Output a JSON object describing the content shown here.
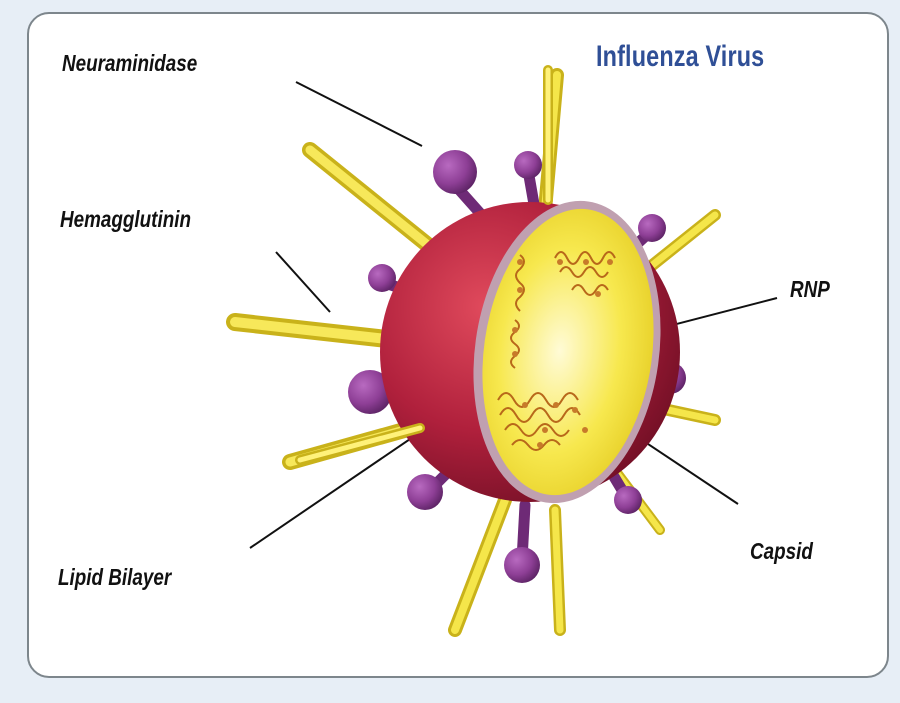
{
  "title": {
    "text": "Influenza Virus",
    "color": "#2f4f96"
  },
  "labels": {
    "neuraminidase": "Neuraminidase",
    "hemagglutinin": "Hemagglutinin",
    "rnp": "RNP",
    "lipid_bilayer": "Lipid Bilayer",
    "capsid": "Capsid"
  },
  "colors": {
    "page_background": "#e7eef6",
    "card_background": "#ffffff",
    "card_border": "#7d868c",
    "envelope": "#b0203c",
    "envelope_dark": "#7a1028",
    "interior": "#f4e23a",
    "interior_light": "#fff9c0",
    "spike": "#f0dd30",
    "spike_shadow": "#c9b21a",
    "knob": "#8e3f96",
    "knob_dark": "#5e2466",
    "rnp_strand": "#b8681a"
  }
}
